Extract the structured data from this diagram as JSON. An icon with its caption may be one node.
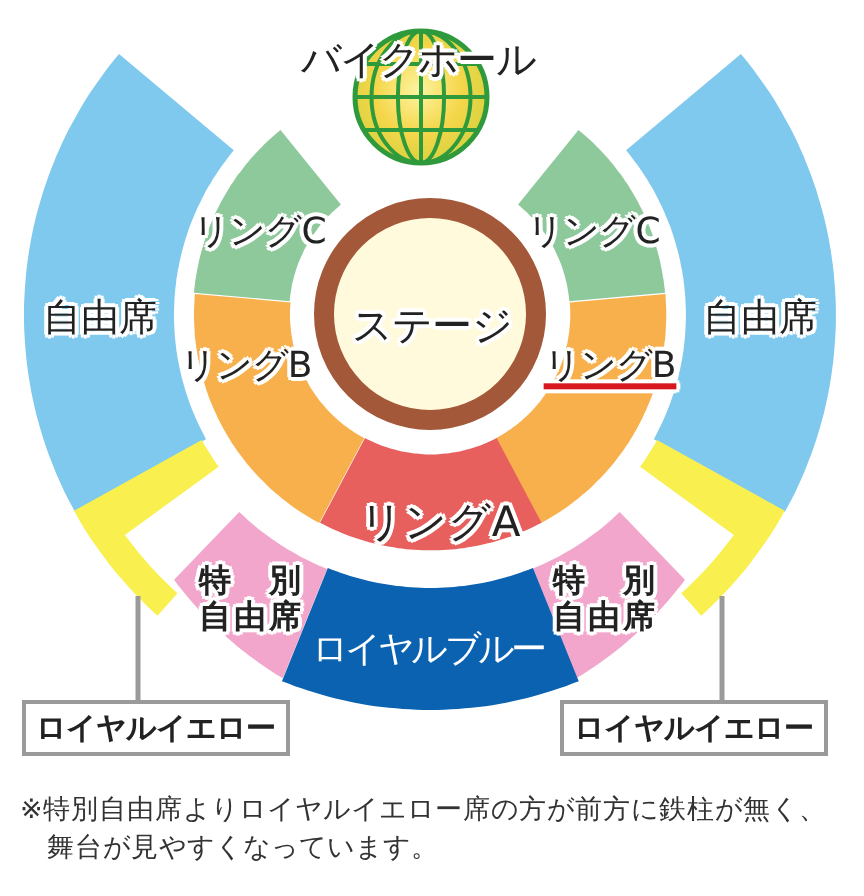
{
  "diagram": {
    "nodes": [
      {
        "text": [
          "バイクホール"
        ]
      },
      {
        "text": [
          "自由席"
        ]
      },
      {
        "text": [
          "自由席"
        ]
      },
      {
        "text": [
          "リングC"
        ]
      },
      {
        "text": [
          "リングC"
        ]
      },
      {
        "text": [
          "ステージ"
        ]
      },
      {
        "text": [
          "リングB"
        ]
      },
      {
        "text": [
          "リングB"
        ]
      },
      {
        "text": [
          "リングA"
        ]
      },
      {
        "text": [],
        "shape": "bar"
      },
      {
        "text": [],
        "shape": "bar"
      },
      {
        "text": [
          "特別自由席"
        ]
      },
      {
        "text": [
          "特別自由席"
        ]
      },
      {
        "text": [
          "ロイヤルブルー"
        ]
      },
      {
        "text": [
          "ロイヤルイエロー"
        ]
      },
      {
        "text": [
          "ロイヤルイエロー"
        ]
      }
    ],
    "edges": [
      {
        "from": 14,
        "to": 9,
        "arrow": "none"
      },
      {
        "from": 15,
        "to": 10,
        "arrow": "none"
      }
    ],
    "labels": [
      "※特別自由席よりロイヤルイエロー席の方が前方に鉄柱が無く、舞台が見やすくなっています。"
    ]
  }
}
